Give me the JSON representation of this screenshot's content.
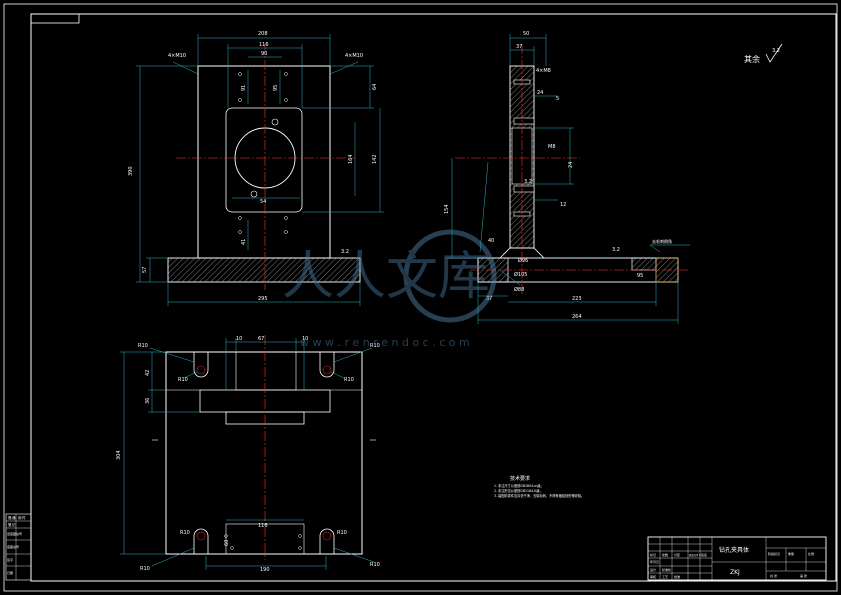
{
  "title_block": {
    "part_name": "钻孔夹具体",
    "drawing_no": "ZKJ",
    "small_cells": [
      "标记",
      "处数",
      "分区",
      "更改文件号",
      "签名",
      "年月日",
      "设计",
      "标准化",
      "阶段标记",
      "重量",
      "比例",
      "审核",
      "工艺",
      "批准",
      "共 张",
      "第 张"
    ]
  },
  "side_column": [
    "借",
    "通",
    "用",
    "件",
    "登",
    "记",
    "旧底图总号",
    "底图总号",
    "签字",
    "日期"
  ],
  "roughness": {
    "label": "其余",
    "value": "3.2"
  },
  "tech_notes": {
    "title": "技术要求",
    "lines": [
      "1. 未注尺寸公差按GB1804-m级。",
      "2. 未注形位公差按GB1184-K级。",
      "3. 装配前零件应清洗干净，去除毛刺，不得有磕碰划伤等缺陷。"
    ]
  },
  "front_view": {
    "top": [
      "208",
      "116",
      "90"
    ],
    "left": [
      "390",
      "57"
    ],
    "right": [
      "64",
      "142",
      "164"
    ],
    "holes": [
      "4×M10",
      "4×M10"
    ],
    "inner": [
      "91",
      "95",
      "41",
      "54"
    ],
    "bottom": "295",
    "rough": "3.2"
  },
  "side_view": {
    "top": [
      "50",
      "37"
    ],
    "labels": [
      "4×M8",
      "24",
      "5",
      "M8",
      "12",
      "154",
      "3.2",
      "3.2",
      "Ø96",
      "Ø105",
      "Ø88",
      "95",
      "40"
    ],
    "bottom": [
      "37",
      "223",
      "264"
    ],
    "note": "去毛刺倒角"
  },
  "top_view": {
    "top": [
      "10",
      "67",
      "10"
    ],
    "left": [
      "304",
      "36",
      "42"
    ],
    "corners": [
      "R10",
      "R10",
      "R10",
      "R10",
      "R10",
      "R10",
      "R10",
      "R10"
    ],
    "inner": [
      "116",
      "60"
    ],
    "bottom": "190"
  },
  "watermark": {
    "text": "人人文库",
    "url": "w w w . r e n r e n d o c . c o m"
  }
}
